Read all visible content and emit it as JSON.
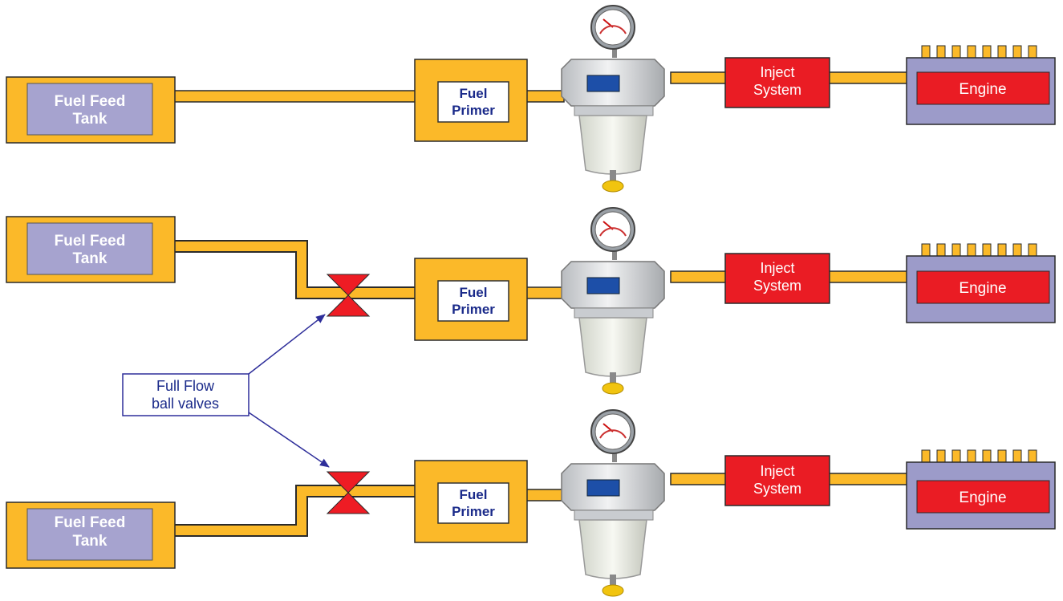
{
  "colors": {
    "pipe": "#fbb929",
    "pipe_stroke": "#2a2a2a",
    "tank_fill": "#a6a3cf",
    "inject_fill": "#ea1c24",
    "engine_fill": "#9c9bc9",
    "valve_fill": "#ee1c24",
    "callout_border": "#2e2e9a"
  },
  "rows": [
    {
      "tank_label": [
        "Fuel Feed",
        "Tank"
      ],
      "primer_label": [
        "Fuel",
        "Primer"
      ],
      "inject_label": [
        "Inject",
        "System"
      ],
      "engine_label": "Engine",
      "has_valve": false
    },
    {
      "tank_label": [
        "Fuel Feed",
        "Tank"
      ],
      "primer_label": [
        "Fuel",
        "Primer"
      ],
      "inject_label": [
        "Inject",
        "System"
      ],
      "engine_label": "Engine",
      "has_valve": true
    },
    {
      "tank_label": [
        "Fuel Feed",
        "Tank"
      ],
      "primer_label": [
        "Fuel",
        "Primer"
      ],
      "inject_label": [
        "Inject",
        "System"
      ],
      "engine_label": "Engine",
      "has_valve": true
    }
  ],
  "callout": {
    "line1": "Full Flow",
    "line2": "ball valves"
  },
  "icons": {
    "filter": "fuel-water-separator-filter-icon",
    "gauge": "pressure-gauge-icon",
    "valve": "ball-valve-icon"
  }
}
